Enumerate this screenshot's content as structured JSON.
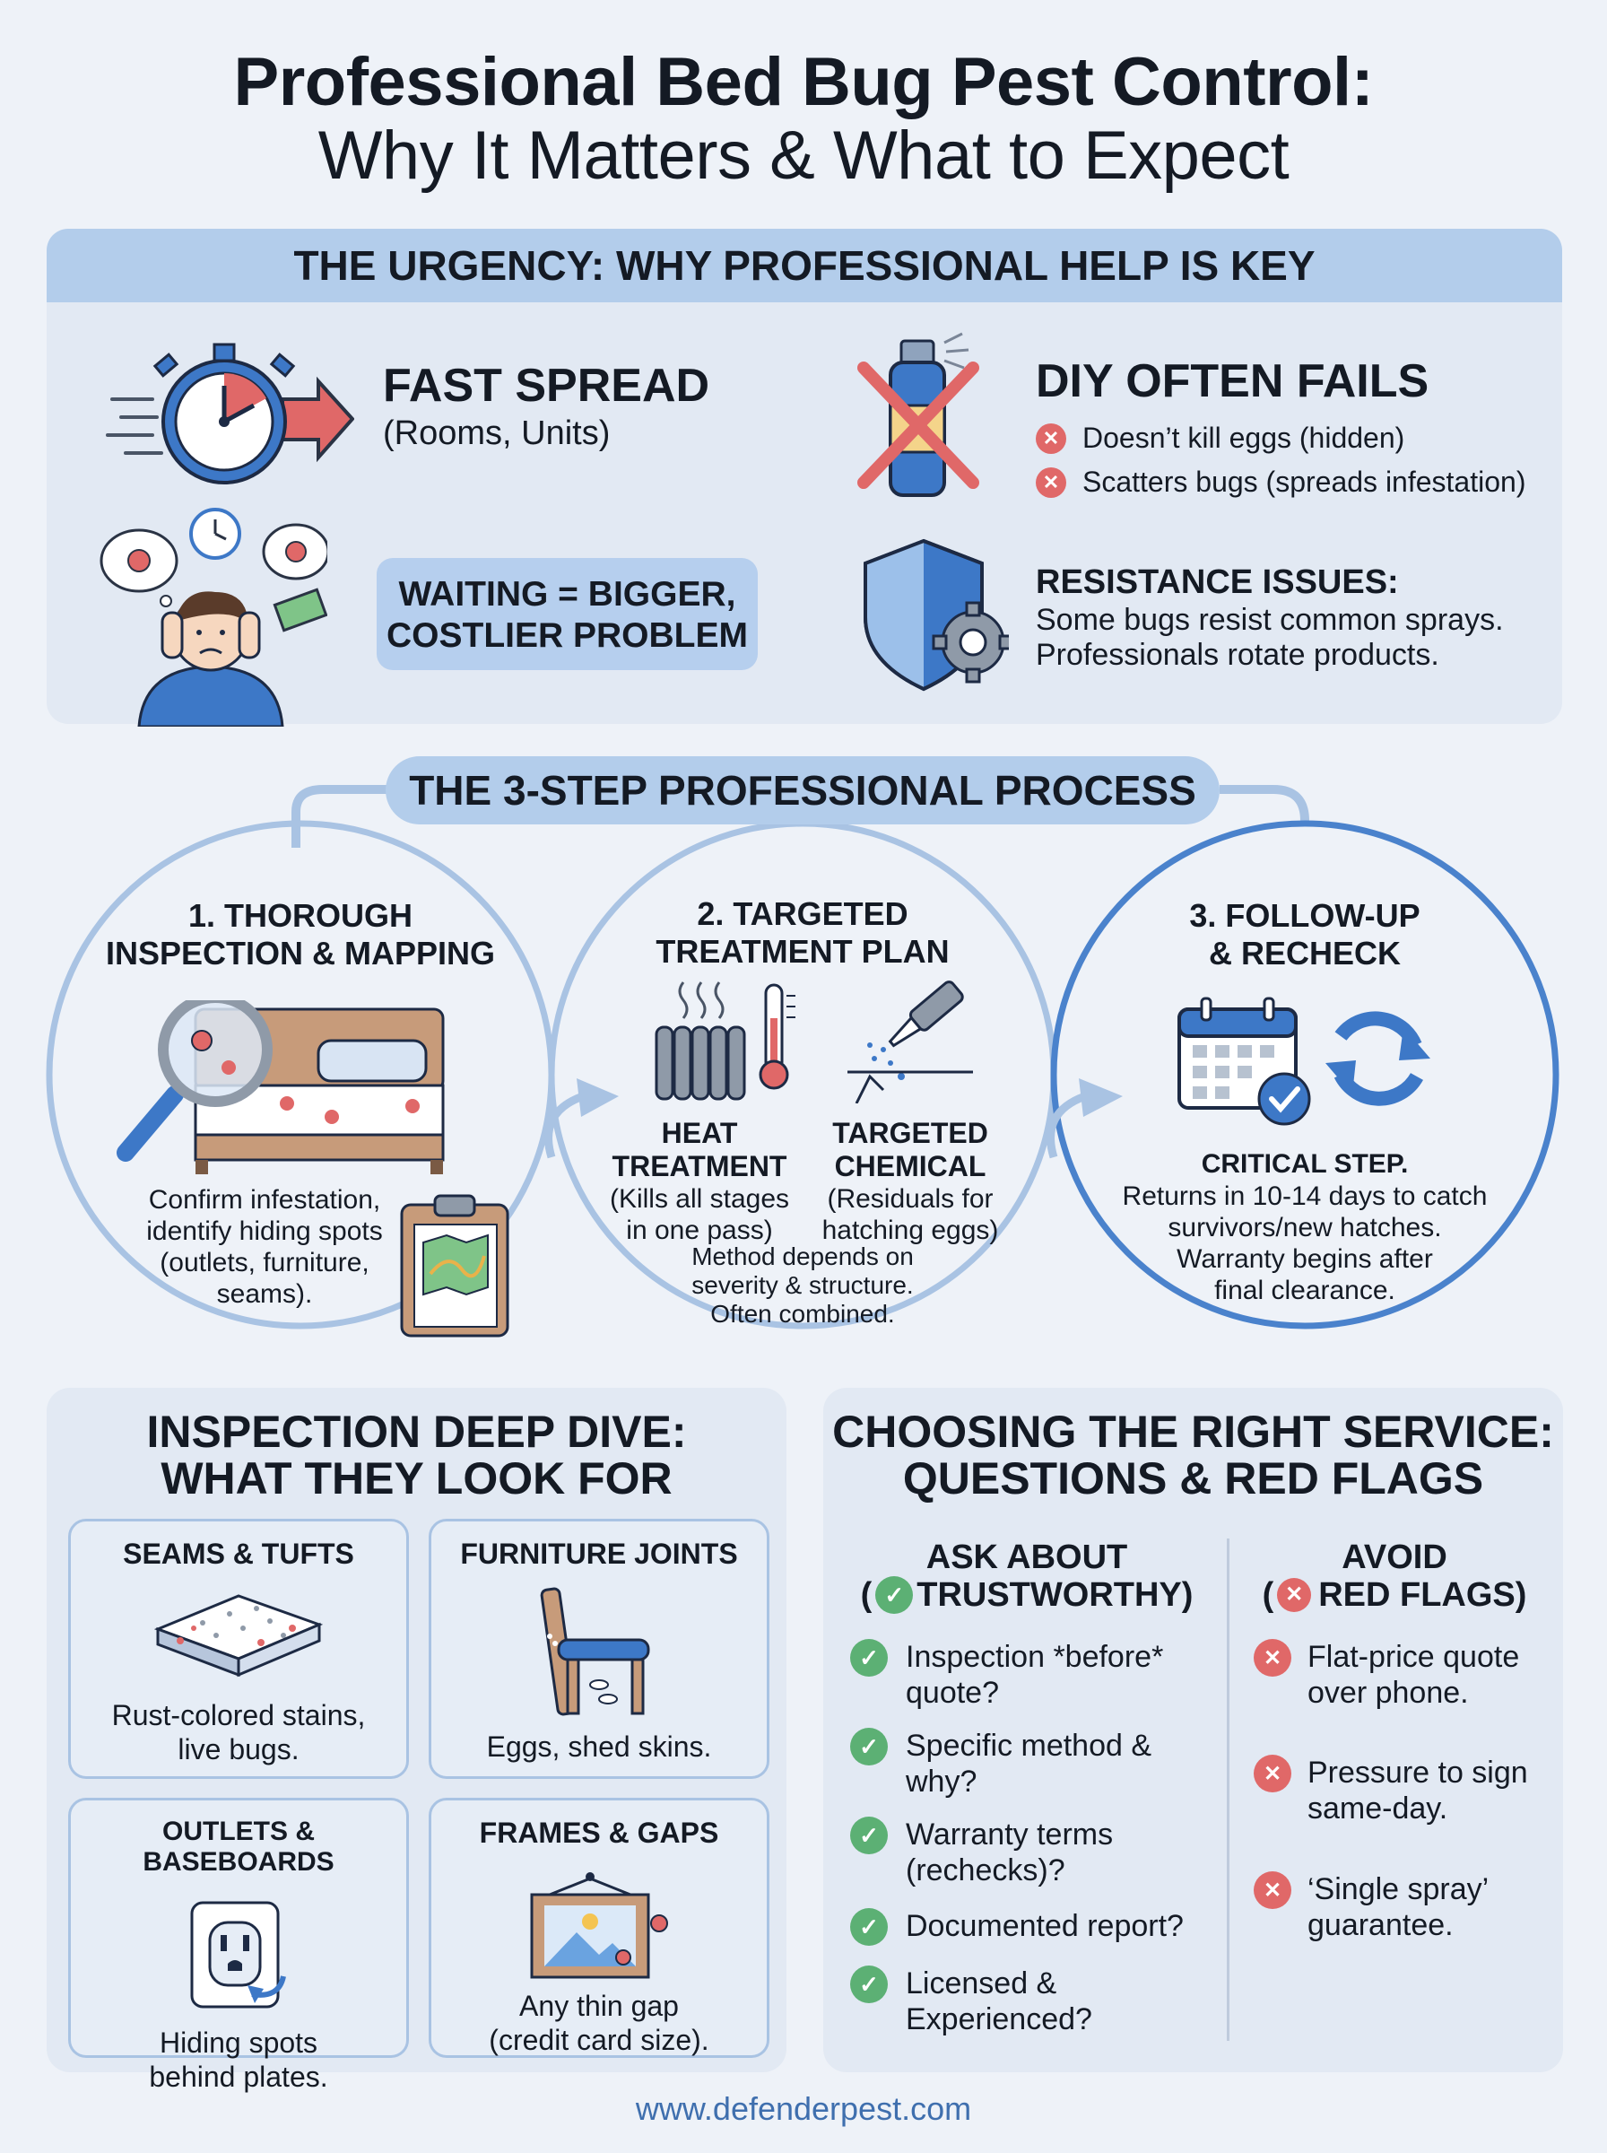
{
  "title": {
    "line1": "Professional Bed Bug Pest Control:",
    "line2": "Why It Matters & What to Expect"
  },
  "urgency": {
    "heading": "THE URGENCY: WHY PROFESSIONAL HELP IS KEY",
    "fast_spread": {
      "title": "FAST SPREAD",
      "sub": "(Rooms, Units)"
    },
    "waiting": {
      "line1": "WAITING = BIGGER,",
      "line2": "COSTLIER PROBLEM"
    },
    "diy": {
      "title": "DIY OFTEN FAILS",
      "points": [
        "Doesn’t kill eggs (hidden)",
        "Scatters bugs (spreads infestation)"
      ]
    },
    "resistance": {
      "title": "RESISTANCE ISSUES:",
      "line1": "Some bugs resist common sprays.",
      "line2": "Professionals rotate products."
    }
  },
  "process": {
    "heading": "THE 3-STEP PROFESSIONAL PROCESS",
    "step1": {
      "title1": "1. THOROUGH",
      "title2": "INSPECTION & MAPPING",
      "text": [
        "Confirm infestation,",
        "identify hiding spots",
        "(outlets, furniture,",
        "seams)."
      ]
    },
    "step2": {
      "title1": "2. TARGETED",
      "title2": "TREATMENT PLAN",
      "heat": {
        "title1": "HEAT",
        "title2": "TREATMENT",
        "text1": "(Kills all stages",
        "text2": "in one pass)"
      },
      "chem": {
        "title1": "TARGETED",
        "title2": "CHEMICAL",
        "text1": "(Residuals for",
        "text2": "hatching eggs)"
      },
      "note": [
        "Method depends on",
        "severity & structure.",
        "Often combined."
      ]
    },
    "step3": {
      "title1": "3. FOLLOW-UP",
      "title2": "& RECHECK",
      "critical": "CRITICAL STEP.",
      "text": [
        "Returns in 10-14 days to catch",
        "survivors/new hatches.",
        "Warranty begins after",
        "final clearance."
      ]
    }
  },
  "inspection": {
    "heading1": "INSPECTION DEEP DIVE:",
    "heading2": "WHAT THEY LOOK FOR",
    "cards": [
      {
        "title": "SEAMS & TUFTS",
        "text1": "Rust-colored stains,",
        "text2": "live bugs.",
        "icon": "mattress-icon"
      },
      {
        "title": "FURNITURE JOINTS",
        "text1": "Eggs, shed skins.",
        "text2": "",
        "icon": "chair-icon"
      },
      {
        "title": "OUTLETS & BASEBOARDS",
        "text1": "Hiding spots",
        "text2": "behind plates.",
        "icon": "outlet-icon"
      },
      {
        "title": "FRAMES & GAPS",
        "text1": "Any thin gap",
        "text2": "(credit card size).",
        "icon": "picture-frame-icon"
      }
    ]
  },
  "choosing": {
    "heading1": "CHOOSING THE RIGHT SERVICE:",
    "heading2": "QUESTIONS & RED FLAGS",
    "ask": {
      "title1": "ASK ABOUT",
      "title2_pre": "(",
      "title2": "TRUSTWORTHY)",
      "items": [
        {
          "l1": "Inspection *before*",
          "l2": "quote?"
        },
        {
          "l1": "Specific method &",
          "l2": "why?"
        },
        {
          "l1": "Warranty terms",
          "l2": "(rechecks)?"
        },
        {
          "l1": "Documented report?",
          "l2": ""
        },
        {
          "l1": "Licensed &",
          "l2": "Experienced?"
        }
      ]
    },
    "avoid": {
      "title1": "AVOID",
      "title2_pre": "(",
      "title2": "RED FLAGS)",
      "items": [
        {
          "l1": "Flat-price quote",
          "l2": "over phone."
        },
        {
          "l1": "Pressure to sign",
          "l2": "same-day."
        },
        {
          "l1": "‘Single spray’",
          "l2": "guarantee."
        }
      ]
    }
  },
  "footer": {
    "url": "www.defenderpest.com"
  },
  "colors": {
    "accent": "#b3cdeb",
    "blue": "#3d78c7",
    "red": "#e06868",
    "green": "#5cb074",
    "panel": "#e2e9f3"
  }
}
